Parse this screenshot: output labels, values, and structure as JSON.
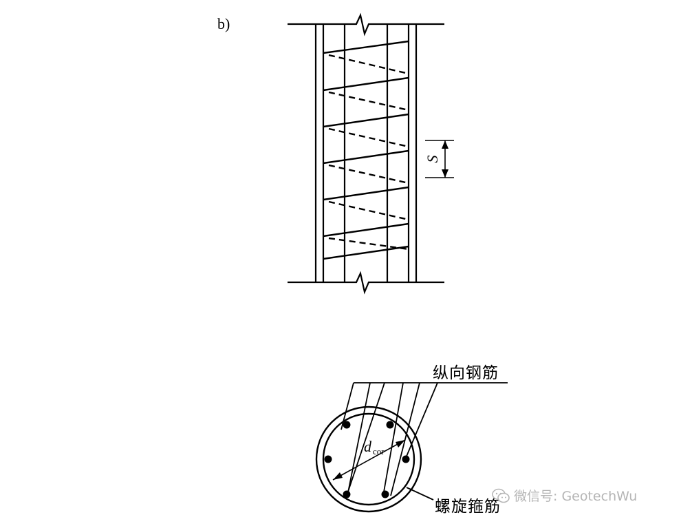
{
  "figure": {
    "panel_label": "b)",
    "spacing_symbol": "S",
    "diameter_symbol": "d",
    "diameter_subscript": "cor",
    "longitudinal_label": "纵向钢筋",
    "spiral_label": "螺旋箍筋"
  },
  "watermark": {
    "icon": "wechat-icon",
    "text": "微信号: GeotechWu"
  },
  "colors": {
    "ink": "#000000",
    "watermark": "#b5b5b5"
  }
}
